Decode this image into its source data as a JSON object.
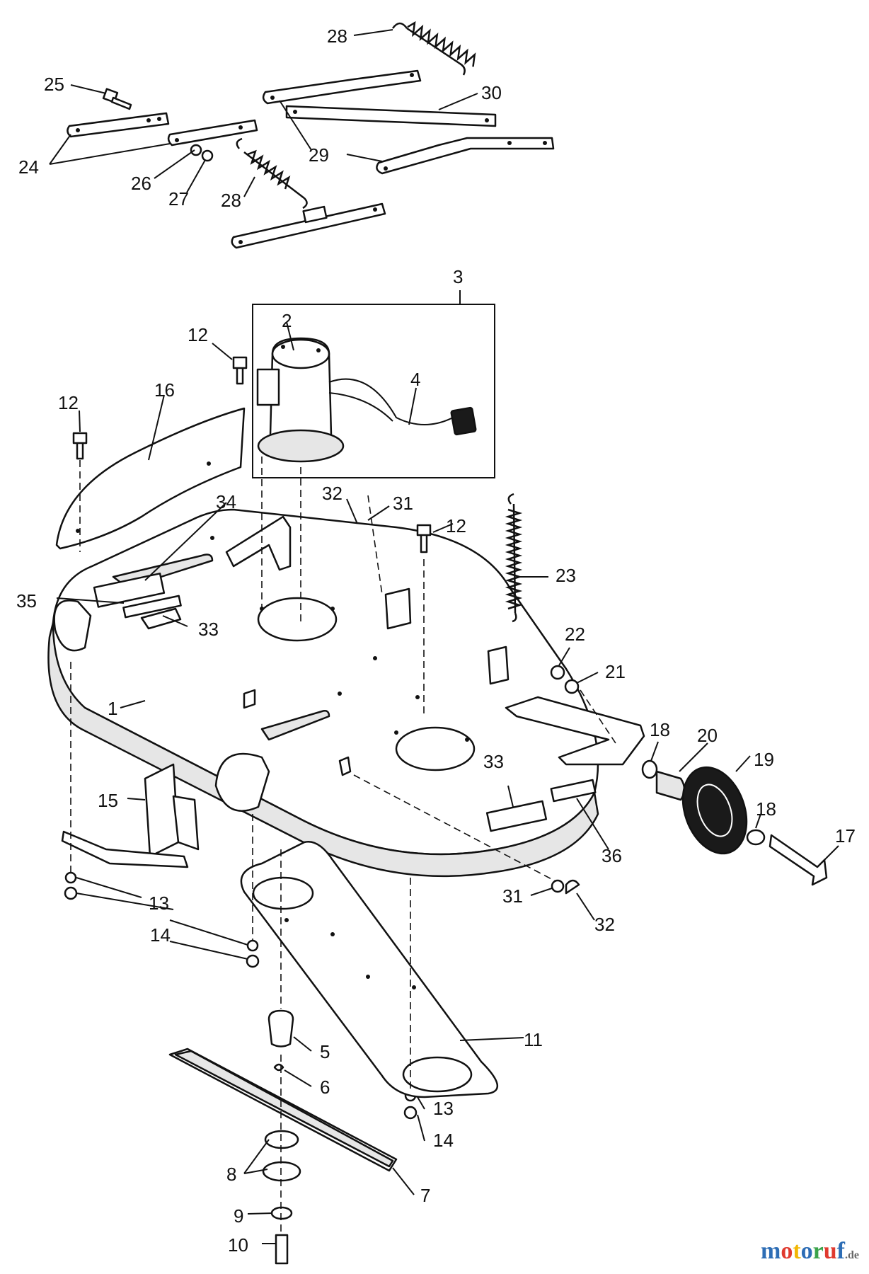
{
  "diagram": {
    "callouts": [
      {
        "id": "c28a",
        "text": "28"
      },
      {
        "id": "c25",
        "text": "25"
      },
      {
        "id": "c30",
        "text": "30"
      },
      {
        "id": "c24",
        "text": "24"
      },
      {
        "id": "c29",
        "text": "29"
      },
      {
        "id": "c26",
        "text": "26"
      },
      {
        "id": "c27",
        "text": "27"
      },
      {
        "id": "c28b",
        "text": "28"
      },
      {
        "id": "c3",
        "text": "3"
      },
      {
        "id": "c2",
        "text": "2"
      },
      {
        "id": "c12a",
        "text": "12"
      },
      {
        "id": "c16",
        "text": "16"
      },
      {
        "id": "c12b",
        "text": "12"
      },
      {
        "id": "c4",
        "text": "4"
      },
      {
        "id": "c32a",
        "text": "32"
      },
      {
        "id": "c31a",
        "text": "31"
      },
      {
        "id": "c12c",
        "text": "12"
      },
      {
        "id": "c34",
        "text": "34"
      },
      {
        "id": "c23",
        "text": "23"
      },
      {
        "id": "c35",
        "text": "35"
      },
      {
        "id": "c33a",
        "text": "33"
      },
      {
        "id": "c22",
        "text": "22"
      },
      {
        "id": "c21",
        "text": "21"
      },
      {
        "id": "c1",
        "text": "1"
      },
      {
        "id": "c18a",
        "text": "18"
      },
      {
        "id": "c20",
        "text": "20"
      },
      {
        "id": "c19",
        "text": "19"
      },
      {
        "id": "c15",
        "text": "15"
      },
      {
        "id": "c33b",
        "text": "33"
      },
      {
        "id": "c18b",
        "text": "18"
      },
      {
        "id": "c17",
        "text": "17"
      },
      {
        "id": "c36",
        "text": "36"
      },
      {
        "id": "c13a",
        "text": "13"
      },
      {
        "id": "c31b",
        "text": "31"
      },
      {
        "id": "c32b",
        "text": "32"
      },
      {
        "id": "c14a",
        "text": "14"
      },
      {
        "id": "c11",
        "text": "11"
      },
      {
        "id": "c5",
        "text": "5"
      },
      {
        "id": "c6",
        "text": "6"
      },
      {
        "id": "c13b",
        "text": "13"
      },
      {
        "id": "c14b",
        "text": "14"
      },
      {
        "id": "c8",
        "text": "8"
      },
      {
        "id": "c7",
        "text": "7"
      },
      {
        "id": "c9",
        "text": "9"
      },
      {
        "id": "c10",
        "text": "10"
      }
    ]
  },
  "watermark": {
    "letters": [
      {
        "ch": "m",
        "color": "#2d6db5"
      },
      {
        "ch": "o",
        "color": "#e03a2f"
      },
      {
        "ch": "t",
        "color": "#f2b705"
      },
      {
        "ch": "o",
        "color": "#2d6db5"
      },
      {
        "ch": "r",
        "color": "#3aa34a"
      },
      {
        "ch": "u",
        "color": "#e03a2f"
      },
      {
        "ch": "f",
        "color": "#2d6db5"
      }
    ],
    "suffix": ".de",
    "suffix_color": "#666666"
  }
}
